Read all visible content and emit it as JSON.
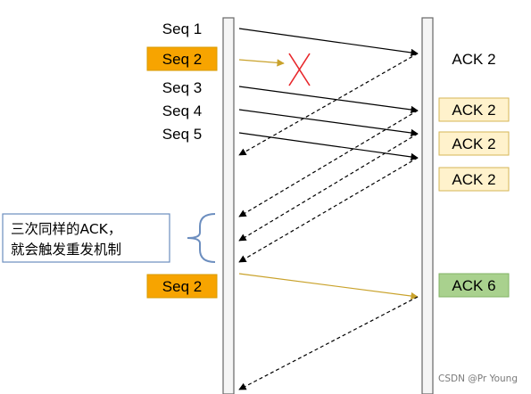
{
  "sender_labels": [
    "Seq 1",
    "Seq 2",
    "Seq 3",
    "Seq 4",
    "Seq 5",
    "Seq 2"
  ],
  "receiver_labels": [
    "ACK 2",
    "ACK 2",
    "ACK 2",
    "ACK 2",
    "ACK 6"
  ],
  "annotation": {
    "line1": "三次同样的ACK，",
    "line2": "就会触发重发机制"
  },
  "watermark": "CSDN @Pr Young",
  "colors": {
    "lost_highlight_fill": "#f7a400",
    "lost_highlight_stroke": "#d79b00",
    "lost_arrow": "#c9a22b",
    "cross_mark": "#e8262a",
    "dup_ack_fill": "#fff2cc",
    "dup_ack_stroke": "#d6b656",
    "final_ack_fill": "#a9d18e",
    "final_ack_stroke": "#82b366",
    "annotation_fill": "#ffffff",
    "annotation_stroke": "#6c8ebf",
    "timeline_fill": "#f5f5f5",
    "timeline_stroke": "#666666"
  }
}
